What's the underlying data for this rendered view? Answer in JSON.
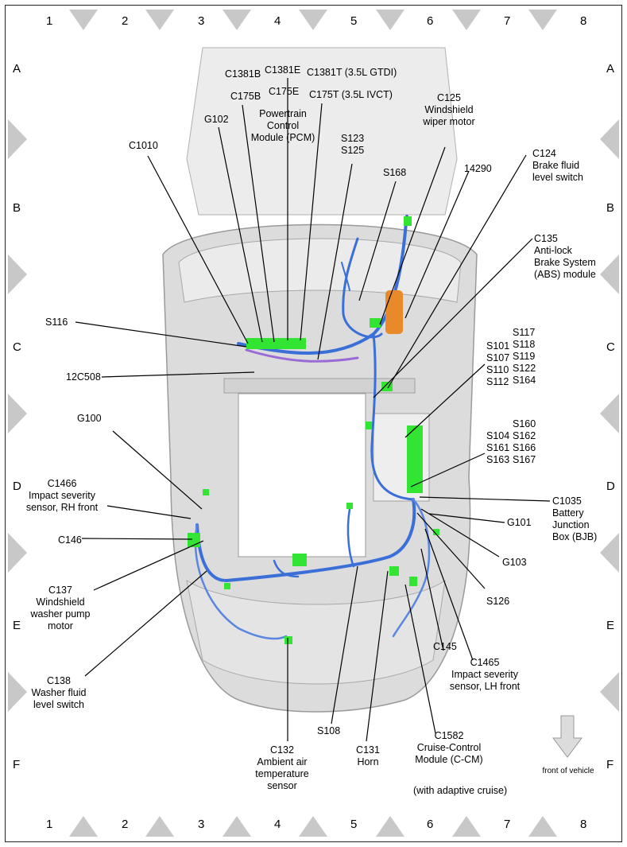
{
  "grid": {
    "columns": [
      "1",
      "2",
      "3",
      "4",
      "5",
      "6",
      "7",
      "8"
    ],
    "rows": [
      "A",
      "B",
      "C",
      "D",
      "E",
      "F"
    ]
  },
  "labels": {
    "c1381b": "C1381B",
    "c175b": "C175B",
    "c1381e": "C1381E",
    "c175e": "C175E",
    "c1381t": "C1381T (3.5L GTDI)",
    "c175t": "C175T (3.5L IVCT)",
    "pcm": [
      "Powertrain",
      "Control",
      "Module (PCM)"
    ],
    "g102": "G102",
    "c1010": "C1010",
    "s123_s125": [
      "S123",
      "S125"
    ],
    "s168": "S168",
    "c125": [
      "C125",
      "Windshield",
      "wiper motor"
    ],
    "n14290": "14290",
    "c124": [
      "C124",
      "Brake fluid",
      "level switch"
    ],
    "c135": [
      "C135",
      "Anti-lock",
      "Brake System",
      "(ABS) module"
    ],
    "s116": "S116",
    "c12c508": "12C508",
    "splices_left1": [
      "S101",
      "S107",
      "S110",
      "S112"
    ],
    "splices_right1": [
      "S117",
      "S118",
      "S119",
      "S122",
      "S164"
    ],
    "splices_left2": [
      "S104",
      "S161",
      "S163"
    ],
    "splices_right2": [
      "S160",
      "S162",
      "S166",
      "S167"
    ],
    "g100": "G100",
    "c1466": [
      "C1466",
      "Impact severity",
      "sensor, RH front"
    ],
    "c146": "C146",
    "c1035": [
      "C1035",
      "Battery",
      "Junction",
      "Box (BJB)"
    ],
    "g101": "G101",
    "g103": "G103",
    "c137": [
      "C137",
      "Windshield",
      "washer pump",
      "motor"
    ],
    "s126": "S126",
    "c145": "C145",
    "c1465": [
      "C1465",
      "Impact severity",
      "sensor, LH front"
    ],
    "c138": [
      "C138",
      "Washer fluid",
      "level switch"
    ],
    "s108": "S108",
    "c132": [
      "C132",
      "Ambient air",
      "temperature",
      "sensor"
    ],
    "c131": [
      "C131",
      "Horn"
    ],
    "c1582": [
      "C1582",
      "Cruise-Control",
      "Module (C-CM)"
    ],
    "adaptive": "(with adaptive cruise)",
    "front": "front of vehicle"
  },
  "colors": {
    "connector": "#33e533",
    "harness": "#3a6fd8",
    "harness_light": "#8fb0ee",
    "purple": "#9a6ad6",
    "orange": "#e88a2a",
    "vehicle": "#dcdcdc",
    "vehicle_edge": "#9a9a9a",
    "marker": "#c8c8c8"
  }
}
